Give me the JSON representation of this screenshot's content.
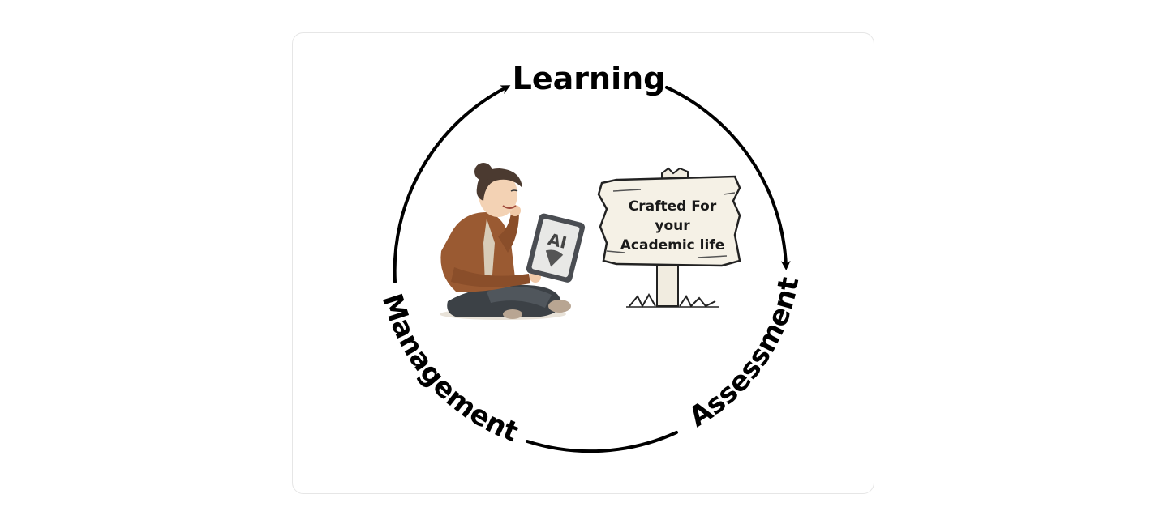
{
  "cycle": {
    "learning": "Learning",
    "assessment": "Assessment",
    "management": "Management"
  },
  "illustration": {
    "tablet_text": "AI",
    "sign_lines": [
      "Crafted For",
      "your",
      "Academic life"
    ]
  },
  "colors": {
    "arrow": "#000000",
    "jacket": "#9a5a32",
    "pants": "#3c4146",
    "sign": "#f5f1e6"
  }
}
